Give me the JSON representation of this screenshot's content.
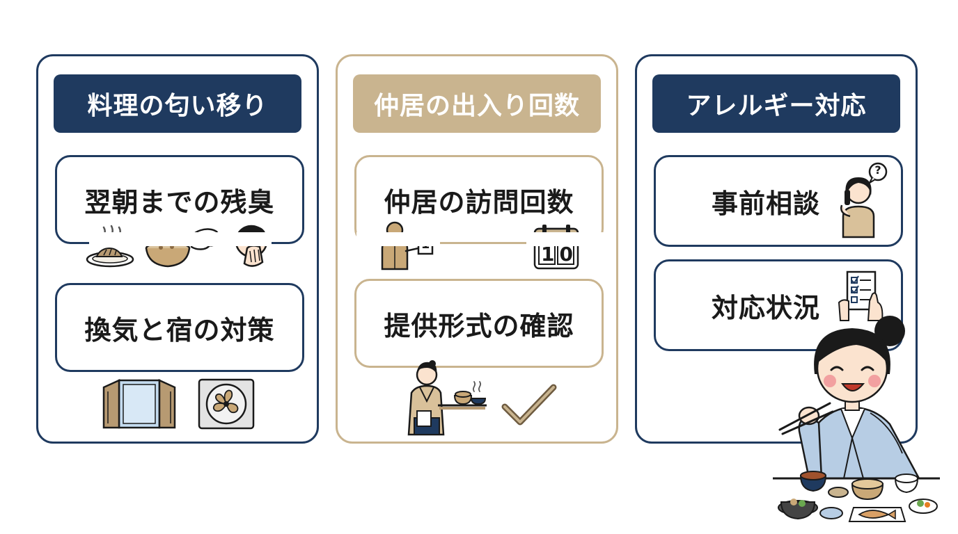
{
  "colors": {
    "navy": "#1f3a5f",
    "beige": "#c9b48f",
    "kimono": "#b7cde4",
    "gray": "#e3e3e3"
  },
  "panels": [
    {
      "title": "料理の匂い移り",
      "cards": [
        "翌朝までの残臭",
        "換気と宿の対策"
      ]
    },
    {
      "title": "仲居の出入り回数",
      "cards": [
        "仲居の訪問回数",
        "提供形式の確認"
      ],
      "badge": "1",
      "calendar": "10"
    },
    {
      "title": "アレルギー対応",
      "cards": [
        "事前相談",
        "対応状況"
      ],
      "bubble": "?"
    }
  ],
  "icons": [
    "steam-icon",
    "grilled-fish-plate-icon",
    "nabe-pot-icon",
    "smell-icon",
    "person-covering-nose-icon",
    "window-icon",
    "ventilation-fan-icon",
    "staff-number-card-icon",
    "calendar-icon",
    "nakai-serving-tray-icon",
    "checkmark-icon",
    "phone-consult-icon",
    "checklist-hand-icon",
    "woman-eating-kaiseki-icon"
  ]
}
